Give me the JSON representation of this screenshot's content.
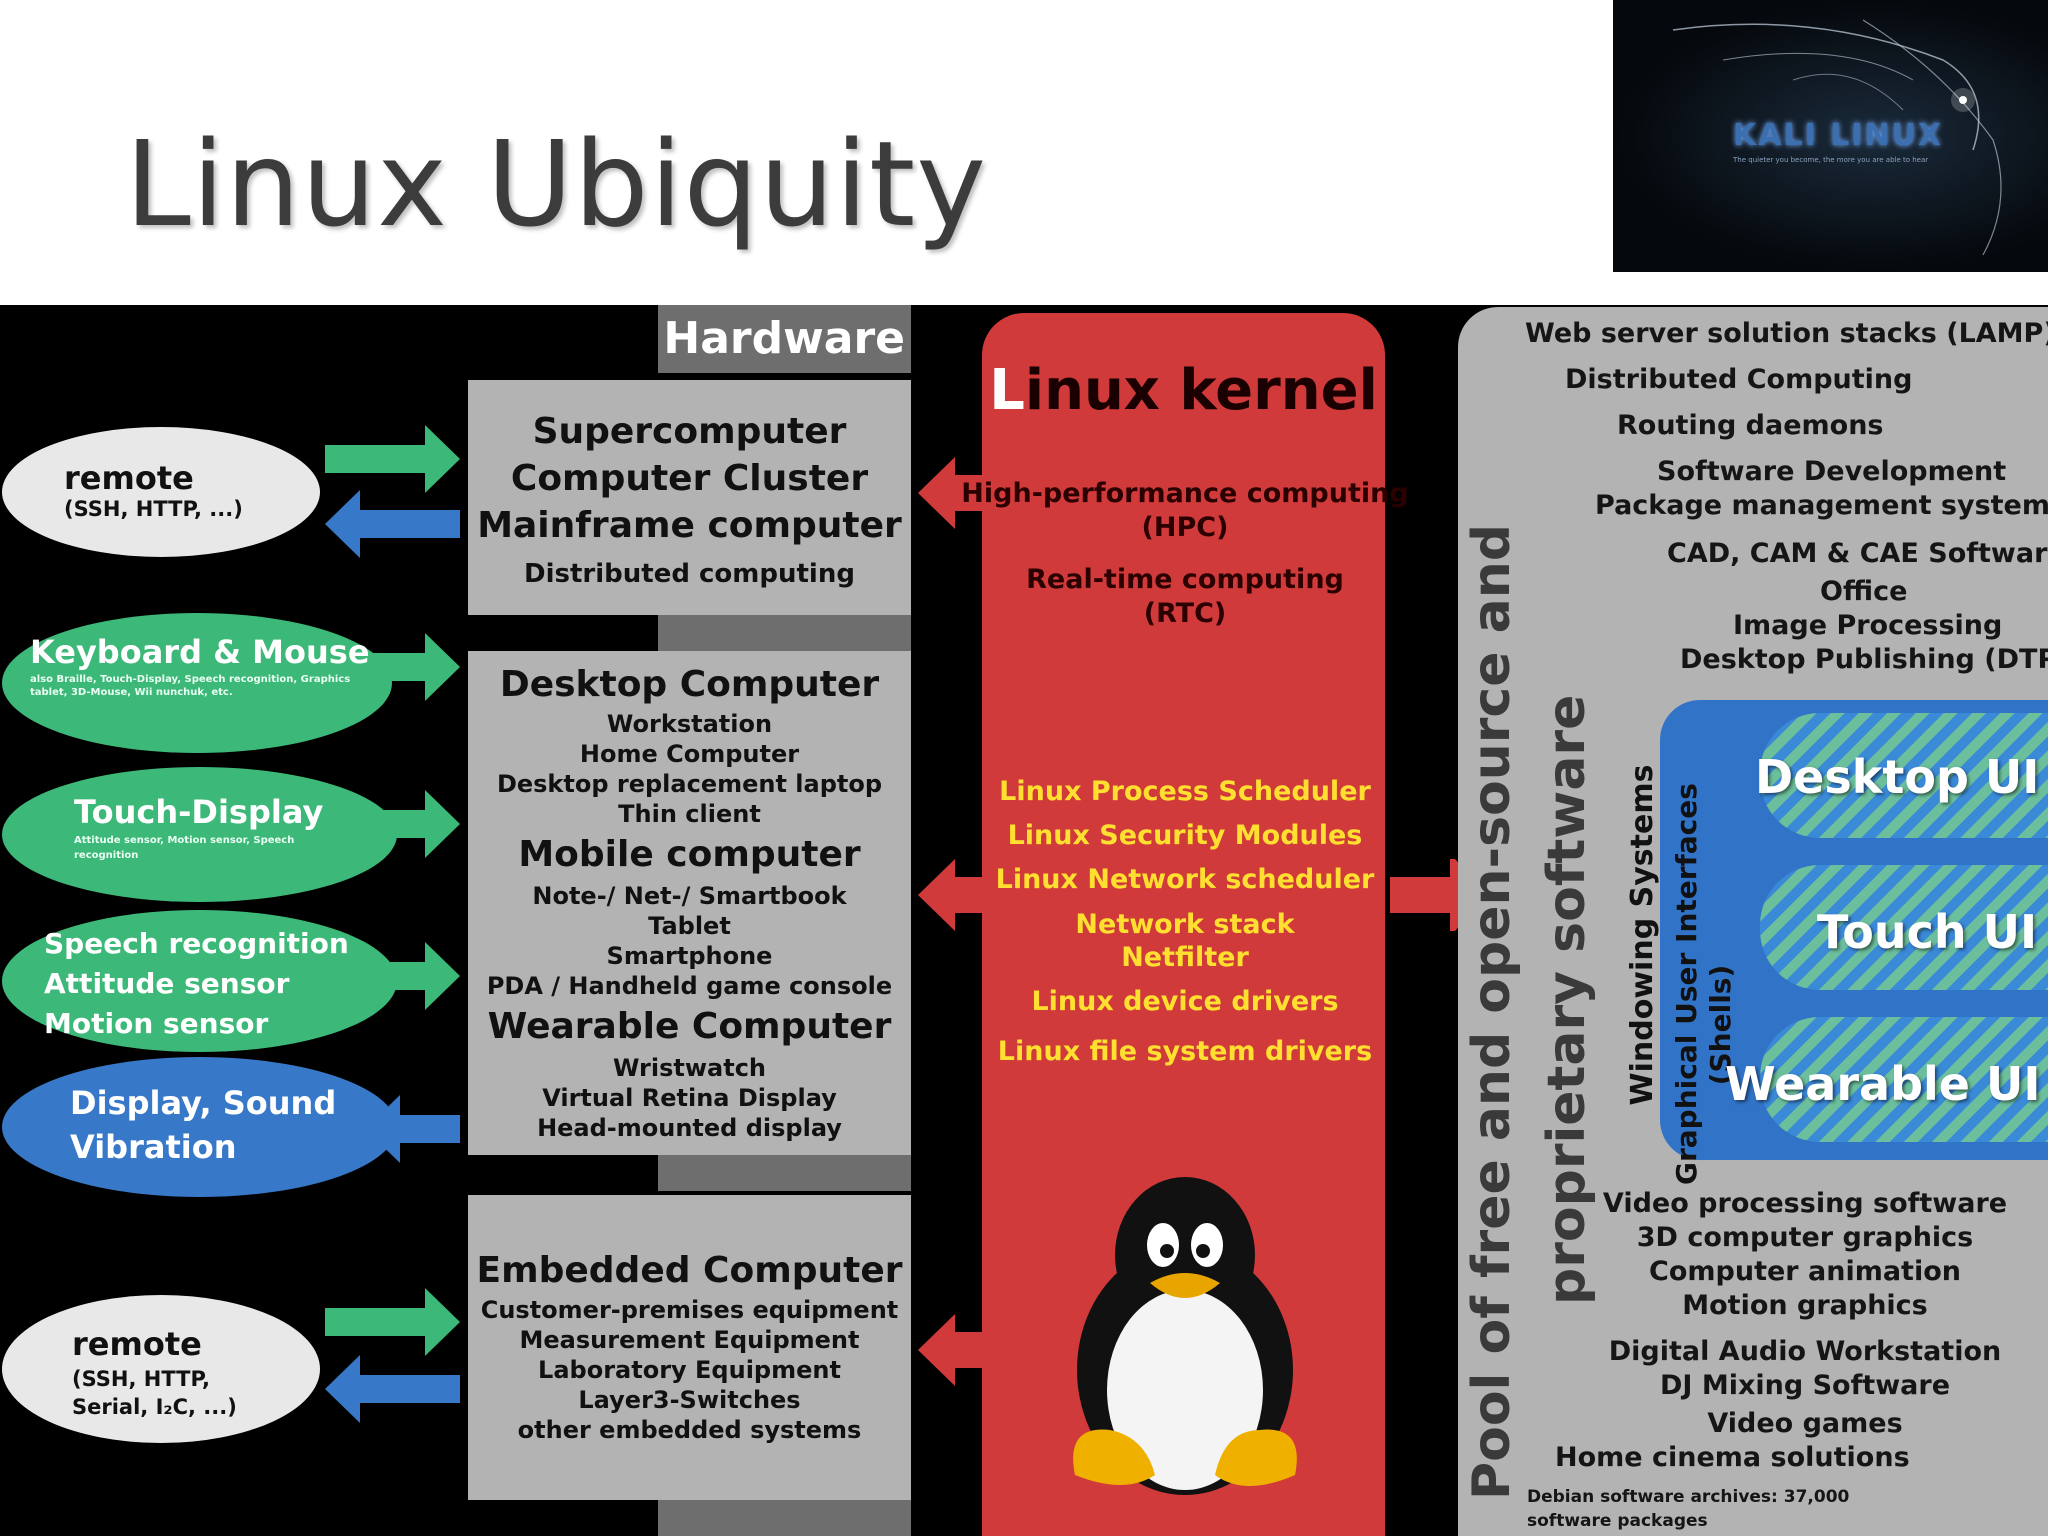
{
  "slide": {
    "title": "Linux Ubiquity",
    "logo_text": "KALI LINUX",
    "logo_sub": "The quieter you become, the more you are able to hear"
  },
  "hardware": {
    "header": "Hardware",
    "box1": [
      "Supercomputer",
      "Computer Cluster",
      "Mainframe computer",
      "Distributed computing"
    ],
    "box2": {
      "desktop_title": "Desktop Computer",
      "desktop_items": [
        "Workstation",
        "Home Computer",
        "Desktop replacement laptop",
        "Thin client"
      ],
      "mobile_title": "Mobile computer",
      "mobile_items": [
        "Note-/ Net-/ Smartbook",
        "Tablet",
        "Smartphone",
        "PDA / Handheld game console"
      ],
      "wearable_title": "Wearable Computer",
      "wearable_items": [
        "Wristwatch",
        "Virtual Retina Display",
        "Head-mounted display"
      ]
    },
    "box3": {
      "title": "Embedded Computer",
      "items": [
        "Customer-premises equipment",
        "Measurement Equipment",
        "Laboratory Equipment",
        "Layer3-Switches",
        "other embedded systems"
      ]
    }
  },
  "io": {
    "remote1_title": "remote",
    "remote1_sub": "(SSH, HTTP, ...)",
    "keyboard_title": "Keyboard & Mouse",
    "keyboard_sub": "also Braille, Touch-Display, Speech recognition, Graphics tablet, 3D-Mouse, Wii nunchuk, etc.",
    "touch_title": "Touch-Display",
    "touch_sub": "Attitude sensor, Motion sensor, Speech recognition",
    "speech_lines": [
      "Speech recognition",
      "Attitude sensor",
      "Motion sensor"
    ],
    "display_lines": [
      "Display, Sound",
      "Vibration"
    ],
    "remote2_title": "remote",
    "remote2_sub": [
      "(SSH, HTTP,",
      "Serial, I₂C, ...)"
    ]
  },
  "kernel": {
    "title_first": "L",
    "title_rest": "inux kernel",
    "hpc": [
      "High-performance computing",
      "(HPC)"
    ],
    "rtc": [
      "Real-time computing",
      "(RTC)"
    ],
    "components": [
      "Linux Process Scheduler",
      "Linux Security Modules",
      "Linux Network scheduler",
      "Network stack",
      "Netfilter",
      "Linux device drivers",
      "Linux file system drivers"
    ]
  },
  "software": {
    "pool_label_1": "Pool of free and open-source and",
    "pool_label_2": "proprietary software",
    "windowing": "Windowing Systems",
    "gui_1": "Graphical User Interfaces",
    "gui_2": "(Shells)",
    "top_list": [
      "Web server solution stacks (LAMP)",
      "Distributed Computing",
      "Routing daemons",
      "Software Development",
      "Package management systems",
      "CAD, CAM & CAE Software",
      "Office",
      "Image Processing",
      "Desktop Publishing (DTP)"
    ],
    "ui": [
      "Desktop UI",
      "Touch UI",
      "Wearable UI"
    ],
    "bottom_list": [
      "Video processing software",
      "3D computer graphics",
      "Computer animation",
      "Motion graphics",
      "Digital Audio Workstation",
      "DJ Mixing Software",
      "Video games",
      "Home cinema solutions"
    ],
    "footer": [
      "Debian software archives: 37,000",
      "software packages"
    ]
  },
  "colors": {
    "kernel_red": "#d03a3a",
    "gray": "#b3b3b3",
    "green": "#3cb878",
    "blue": "#3878c8",
    "yellow": "#ffe030"
  }
}
